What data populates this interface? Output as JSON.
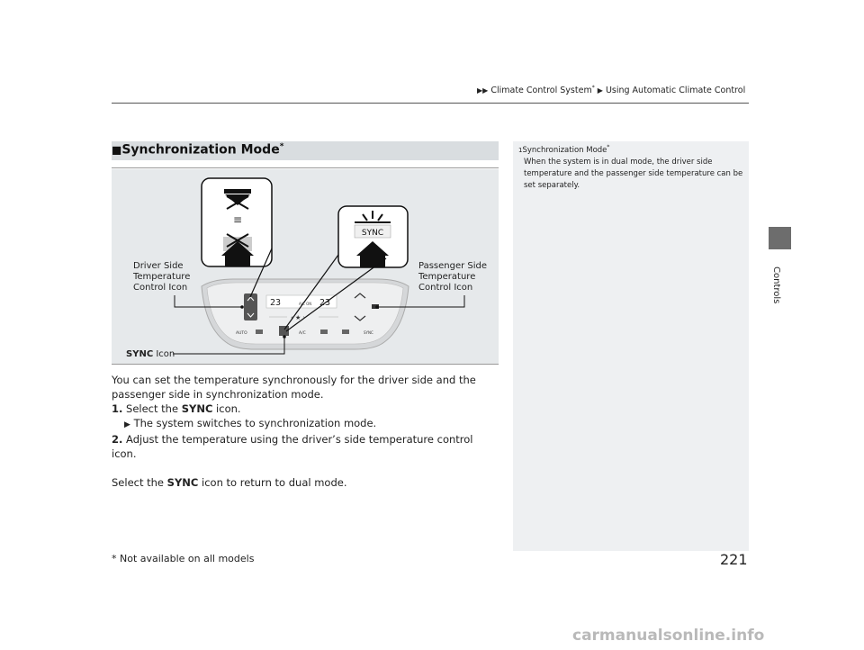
{
  "header": {
    "arrow": "▶▶",
    "crumb1": "Climate Control System",
    "crumb1_mark": "*",
    "arrow2": "▶",
    "crumb2": "Using Automatic Climate Control"
  },
  "side_tab": {
    "label": "Controls"
  },
  "section": {
    "marker": "■",
    "title": "Synchronization Mode",
    "mark": "*"
  },
  "figure": {
    "driver_label": [
      "Driver Side",
      "Temperature",
      "Control Icon"
    ],
    "passenger_label": [
      "Passenger Side",
      "Temperature",
      "Control Icon"
    ],
    "sync_label_bold": "SYNC",
    "sync_label_rest": " Icon",
    "sync_button": "SYNC",
    "equals_glyph": "≡",
    "temp_left": "23",
    "temp_right": "23",
    "ac_status": "A/C ON",
    "btn_auto": "AUTO",
    "btn_ac": "A/C",
    "btn_sync": "SYNC"
  },
  "note": {
    "marker": "1",
    "title": "Synchronization Mode",
    "mark": "*",
    "text": "When the system is in dual mode, the driver side temperature and the passenger side temperature can be set separately."
  },
  "body": {
    "intro": "You can set the temperature synchronously for the driver side and the passenger side in synchronization mode.",
    "step1_num": "1.",
    "step1_pre": " Select the ",
    "step1_bold": "SYNC",
    "step1_post": " icon.",
    "step1_result_arrow": "▶",
    "step1_result": " The system switches to synchronization mode.",
    "step2_num": "2.",
    "step2": " Adjust the temperature using the driver’s side temperature control icon.",
    "final_pre": "Select the ",
    "final_bold": "SYNC",
    "final_post": " icon to return to dual mode."
  },
  "footnote": {
    "mark": "*",
    "text": " Not available on all models"
  },
  "page_number": "221",
  "watermark": "carmanualsonline.info"
}
